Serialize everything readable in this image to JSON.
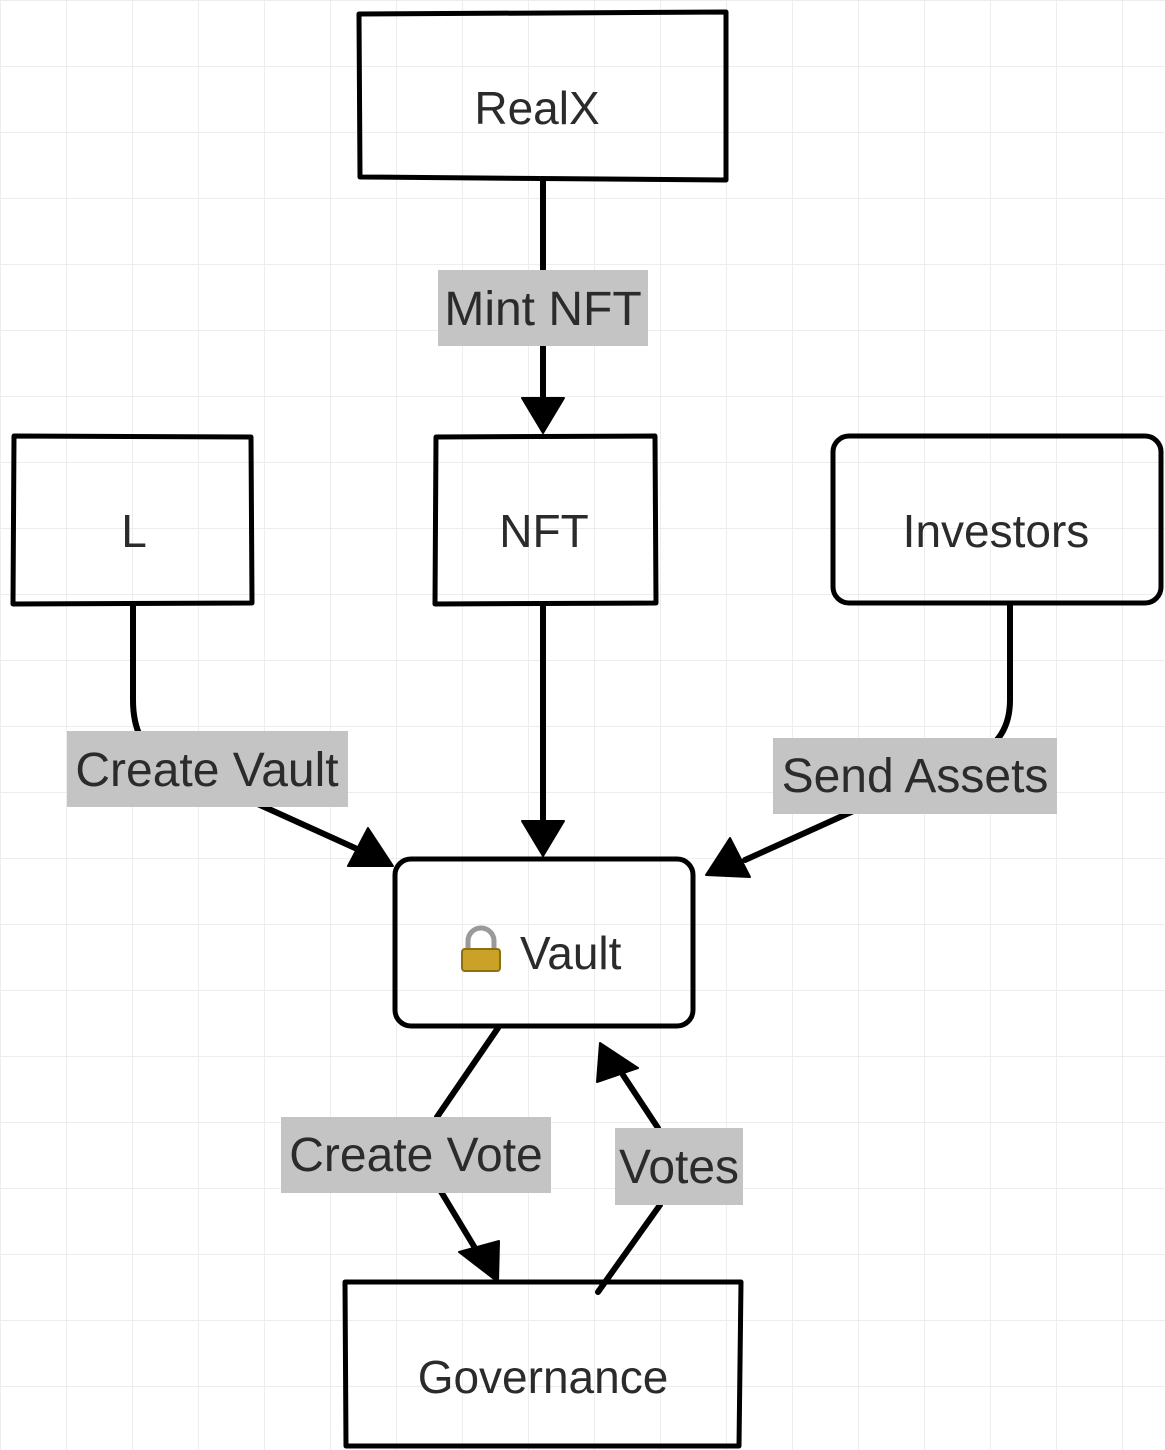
{
  "nodes": {
    "realx": "RealX",
    "nft": "NFT",
    "l": "L",
    "investors": "Investors",
    "vault_icon": "🔒",
    "vault": "Vault",
    "governance": "Governance"
  },
  "edges": {
    "mint_nft": "Mint NFT",
    "create_vault": "Create Vault",
    "send_assets": "Send Assets",
    "create_vote": "Create Vote",
    "votes": "Votes"
  },
  "colors": {
    "stroke": "#000000",
    "label_background": "#c4c4c4",
    "text": "#2b2b2b",
    "grid": "#ededed",
    "lock_body": "#c9a227"
  },
  "icons": {
    "vault": "lock-icon"
  }
}
